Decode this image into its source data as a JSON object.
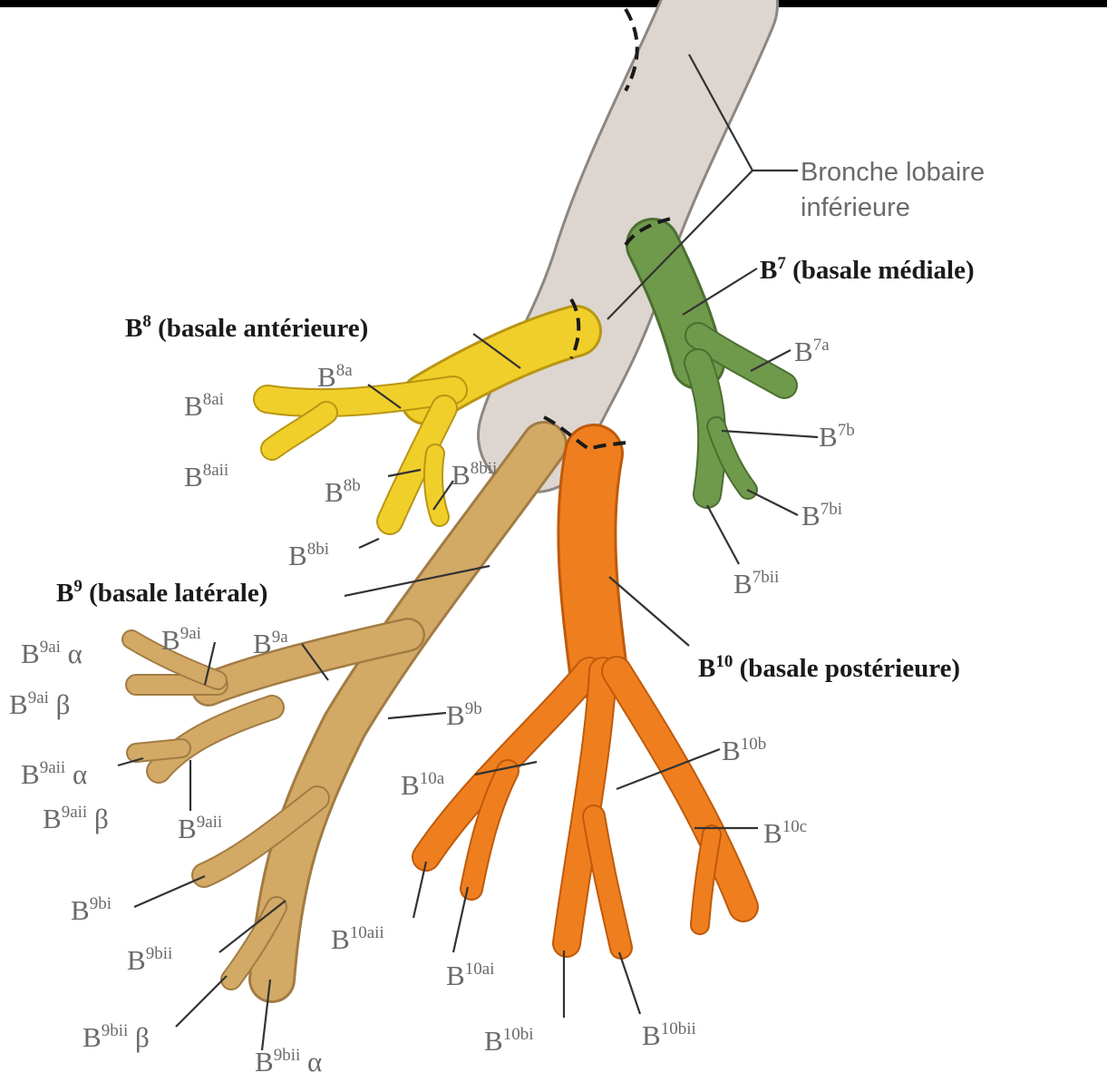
{
  "labels": {
    "lobar": "Bronche lobaire",
    "lobar_line2": "inférieure",
    "b7": {
      "base": "B",
      "sup": "7",
      "text": "(basale médiale)"
    },
    "b8": {
      "base": "B",
      "sup": "8",
      "text": "(basale antérieure)"
    },
    "b9": {
      "base": "B",
      "sup": "9",
      "text": "(basale latérale)"
    },
    "b10": {
      "base": "B",
      "sup": "10",
      "text": "(basale postérieure)"
    },
    "b7a": {
      "base": "B",
      "sup": "7a"
    },
    "b7b": {
      "base": "B",
      "sup": "7b"
    },
    "b7bi": {
      "base": "B",
      "sup": "7bi"
    },
    "b7bii": {
      "base": "B",
      "sup": "7bii"
    },
    "b8a": {
      "base": "B",
      "sup": "8a"
    },
    "b8ai": {
      "base": "B",
      "sup": "8ai"
    },
    "b8aii": {
      "base": "B",
      "sup": "8aii"
    },
    "b8b": {
      "base": "B",
      "sup": "8b"
    },
    "b8bii": {
      "base": "B",
      "sup": "8bii"
    },
    "b8bi": {
      "base": "B",
      "sup": "8bi"
    },
    "b9ai_alpha": {
      "base": "B",
      "sup": "9ai",
      "tail": " α"
    },
    "b9ai": {
      "base": "B",
      "sup": "9ai"
    },
    "b9a": {
      "base": "B",
      "sup": "9a"
    },
    "b9ai_beta": {
      "base": "B",
      "sup": "9ai",
      "tail": " β"
    },
    "b9b": {
      "base": "B",
      "sup": "9b"
    },
    "b9aii_alpha": {
      "base": "B",
      "sup": "9aii",
      "tail": " α"
    },
    "b9aii_beta": {
      "base": "B",
      "sup": "9aii",
      "tail": " β"
    },
    "b9aii": {
      "base": "B",
      "sup": "9aii"
    },
    "b9bi": {
      "base": "B",
      "sup": "9bi"
    },
    "b9bii": {
      "base": "B",
      "sup": "9bii"
    },
    "b9bii_beta": {
      "base": "B",
      "sup": "9bii",
      "tail": " β"
    },
    "b9bii_alpha": {
      "base": "B",
      "sup": "9bii",
      "tail": " α"
    },
    "b10a": {
      "base": "B",
      "sup": "10a"
    },
    "b10b": {
      "base": "B",
      "sup": "10b"
    },
    "b10c": {
      "base": "B",
      "sup": "10c"
    },
    "b10aii": {
      "base": "B",
      "sup": "10aii"
    },
    "b10ai": {
      "base": "B",
      "sup": "10ai"
    },
    "b10bi": {
      "base": "B",
      "sup": "10bi"
    },
    "b10bii": {
      "base": "B",
      "sup": "10bii"
    }
  },
  "colors": {
    "trunk": "#ddd6d0",
    "medial_b7": "#6f9a4c",
    "anterior_b8": "#f1cf2a",
    "lateral_b9": "#d3a966",
    "posterior_b10": "#ef7f1e",
    "leader_line": "#333333",
    "label_major": "#1a1a1a",
    "label_minor": "#6a6a6a"
  }
}
